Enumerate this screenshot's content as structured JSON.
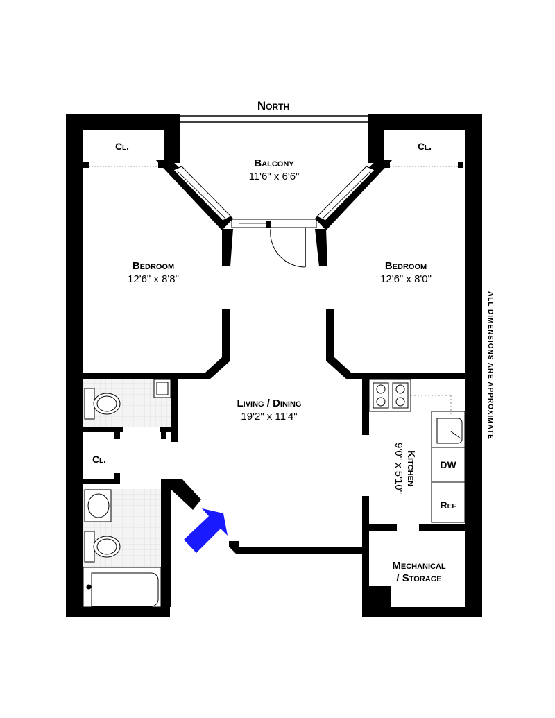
{
  "orientation": "North",
  "note": "ALL DIMENSIONS ARE APPROXIMATE",
  "rooms": {
    "balcony": {
      "name": "Balcony",
      "dims": "11'6\"  x  6'6\""
    },
    "bedroom_left": {
      "name": "Bedroom",
      "dims": "12'6\"  x  8'8\""
    },
    "bedroom_right": {
      "name": "Bedroom",
      "dims": "12'6\"  x  8'0\""
    },
    "living_dining": {
      "name": "Living / Dining",
      "dims": "19'2\"  x  11'4\""
    },
    "kitchen": {
      "name": "Kitchen",
      "dims": "9'0\"  x  5'10\""
    },
    "mechanical_line1": "Mechanical",
    "mechanical_line2": "/ Storage",
    "closet_top_left": "Cl.",
    "closet_top_right": "Cl.",
    "closet_hall": "Cl."
  },
  "appliances": {
    "dishwasher": "DW",
    "refrigerator": "Ref"
  },
  "colors": {
    "wall": "#000000",
    "entry_arrow": "#1a1aff",
    "tile": "#dddddd"
  }
}
